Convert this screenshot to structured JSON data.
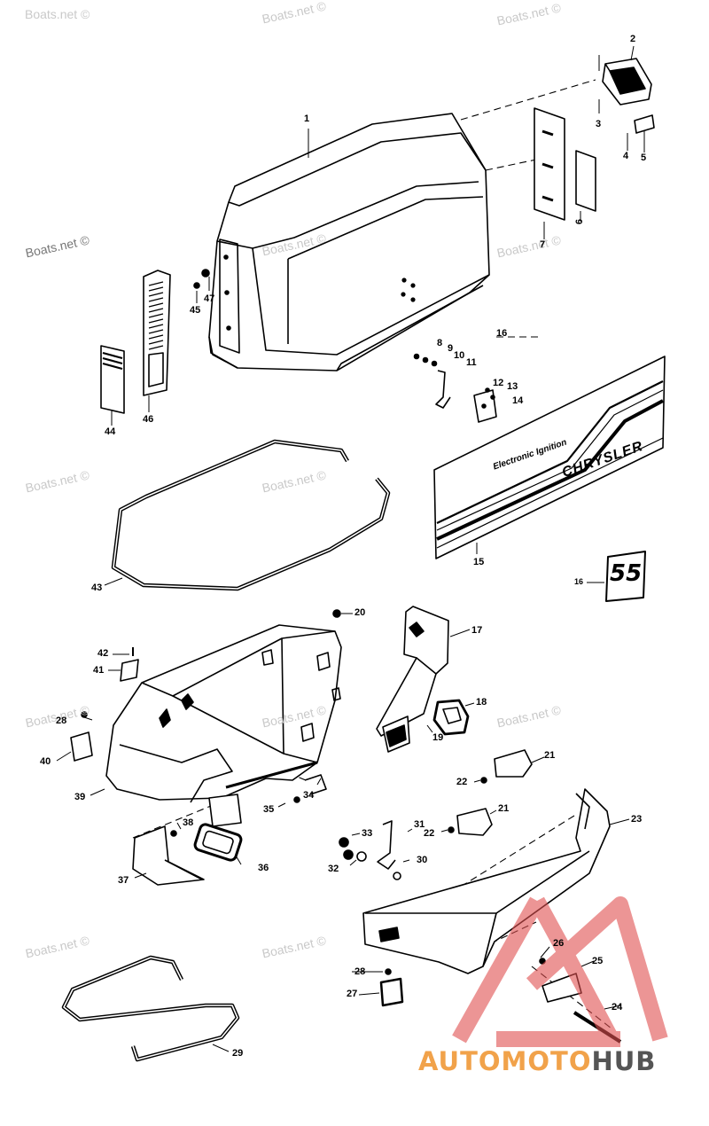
{
  "watermark": "Boats.net ©",
  "decal": {
    "brand": "CHRYSLER",
    "slogan": "Electronic Ignition",
    "number_badge": "55"
  },
  "logo": {
    "part1": "AUTOMOTO",
    "part2": "HUB"
  },
  "callouts": [
    "1",
    "2",
    "3",
    "4",
    "5",
    "6",
    "7",
    "8",
    "9",
    "10",
    "11",
    "12",
    "13",
    "14",
    "15",
    "16",
    "16",
    "16",
    "17",
    "18",
    "19",
    "20",
    "21",
    "21",
    "22",
    "22",
    "23",
    "24",
    "25",
    "26",
    "27",
    "28",
    "28",
    "29",
    "30",
    "31",
    "32",
    "33",
    "34",
    "35",
    "36",
    "37",
    "38",
    "39",
    "40",
    "41",
    "42",
    "43",
    "44",
    "45",
    "46",
    "47"
  ],
  "colors": {
    "line": "#000000",
    "logo_orange": "#f1a24a",
    "logo_gray": "#555555",
    "logo_red": "#e05050"
  }
}
